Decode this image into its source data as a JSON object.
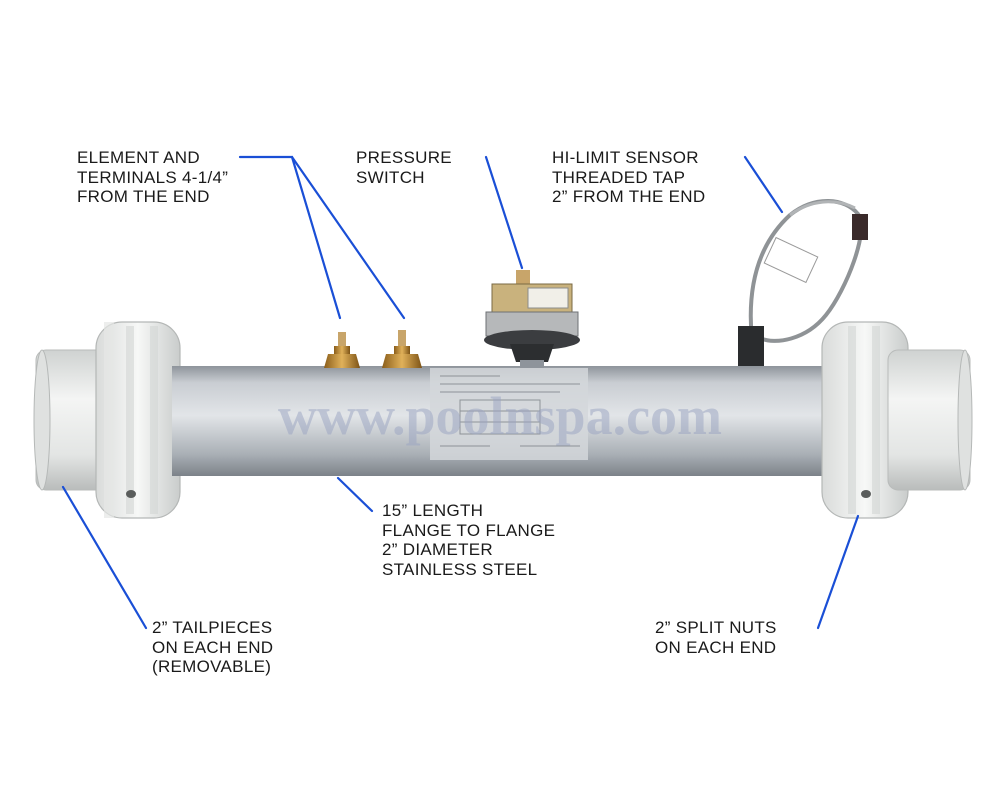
{
  "colors": {
    "leader_line": "#1a4fd6",
    "text": "#1a1a1a",
    "tube": "#b9bec4",
    "pvc": "#e9ebea",
    "brass": "#b8862e",
    "watermark": "#9aa4c2"
  },
  "watermark": "www.poolnspa.com",
  "callouts": {
    "element_terminals": [
      "ELEMENT AND",
      "TERMINALS 4-1/4”",
      "FROM THE END"
    ],
    "pressure_switch": [
      "PRESSURE",
      "SWITCH"
    ],
    "hi_limit": [
      "HI-LIMIT SENSOR",
      "THREADED TAP",
      "2” FROM THE END"
    ],
    "length": [
      "15” LENGTH",
      "FLANGE TO FLANGE",
      "2” DIAMETER",
      "STAINLESS STEEL"
    ],
    "tailpieces": [
      "2” TAILPIECES",
      "ON EACH END",
      "(REMOVABLE)"
    ],
    "split_nuts": [
      "2” SPLIT NUTS",
      "ON EACH END"
    ]
  },
  "icons": [
    "heater-tube",
    "pressure-switch-icon",
    "terminal-post-icon",
    "sensor-cable-icon",
    "split-nut-icon",
    "tailpiece-icon"
  ]
}
